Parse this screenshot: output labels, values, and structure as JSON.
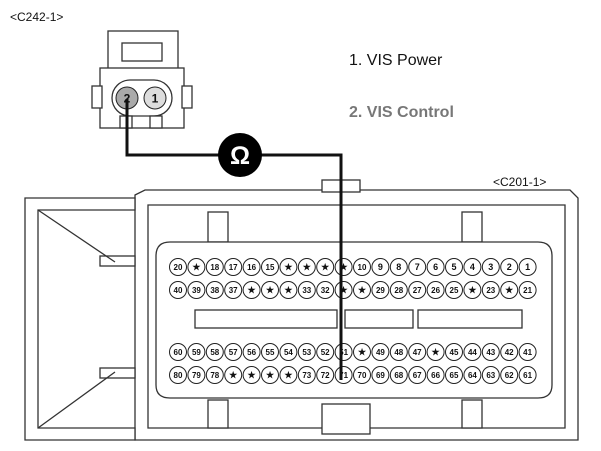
{
  "labels": {
    "c242": "<C242-1>",
    "c201": "<C201-1>",
    "vis_power": "1. VIS Power",
    "vis_control": "2. VIS Control",
    "ohm_symbol": "Ω"
  },
  "c242_pins": [
    "2",
    "1"
  ],
  "c201_rows": [
    [
      "20",
      "★",
      "18",
      "17",
      "16",
      "15",
      "★",
      "★",
      "★",
      "★",
      "10",
      "9",
      "8",
      "7",
      "6",
      "5",
      "4",
      "3",
      "2",
      "1"
    ],
    [
      "40",
      "39",
      "38",
      "37",
      "★",
      "★",
      "★",
      "33",
      "32",
      "★",
      "★",
      "29",
      "28",
      "27",
      "26",
      "25",
      "★",
      "23",
      "★",
      "21"
    ],
    [
      "60",
      "59",
      "58",
      "57",
      "56",
      "55",
      "54",
      "53",
      "52",
      "51",
      "★",
      "49",
      "48",
      "47",
      "★",
      "45",
      "44",
      "43",
      "42",
      "41"
    ],
    [
      "80",
      "79",
      "78",
      "★",
      "★",
      "★",
      "★",
      "73",
      "72",
      "71",
      "70",
      "69",
      "68",
      "67",
      "66",
      "65",
      "64",
      "63",
      "62",
      "61"
    ]
  ],
  "colors": {
    "probe_wire": "#111111",
    "ohmmeter": "#000000",
    "connector_outline": "#333333",
    "label_grey": "#777777"
  }
}
